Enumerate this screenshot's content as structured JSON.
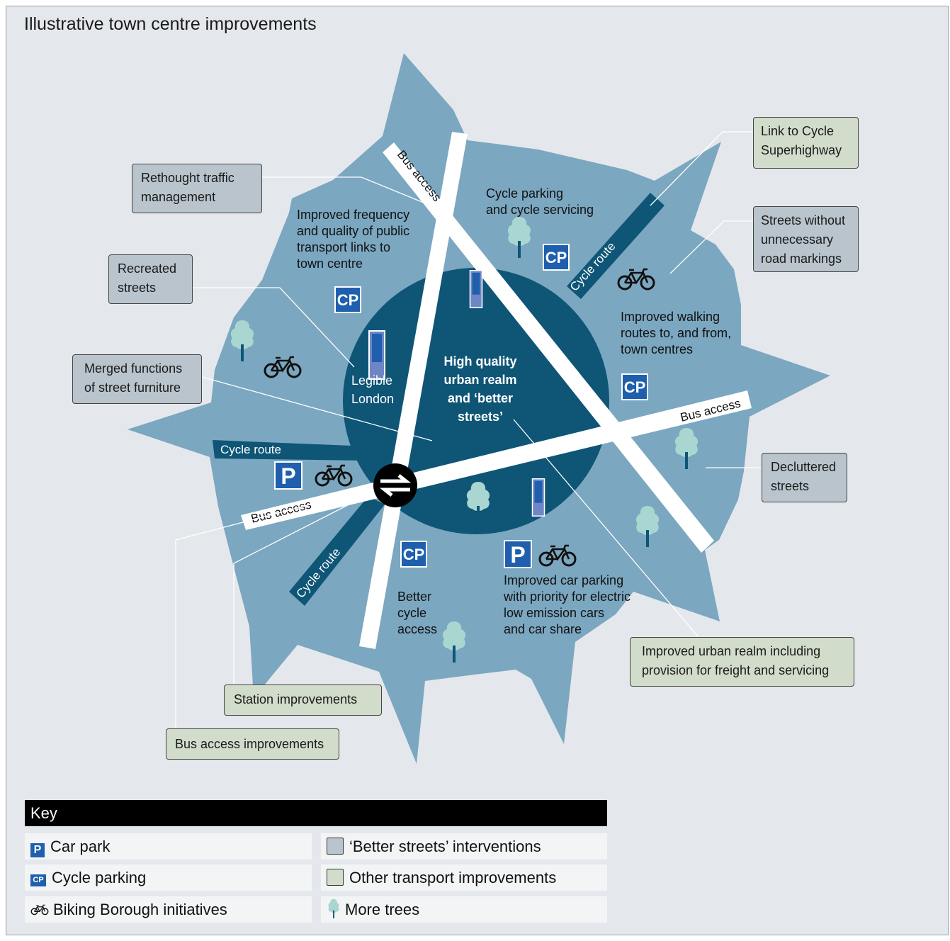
{
  "title": "Illustrative town centre improvements",
  "colors": {
    "outer": "#7ba7c0",
    "inner": "#0e5576",
    "better_streets_box": "#b9c4cc",
    "other_transport_box": "#d2dccb",
    "sign_blue": "#1f5fae",
    "tree": "#a9d6d0"
  },
  "road_labels": {
    "bus_access_top": "Bus access",
    "bus_access_right": "Bus access",
    "bus_access_left": "Bus access",
    "cycle_route_left": "Cycle route",
    "cycle_route_ne": "Cycle route",
    "cycle_route_sw": "Cycle route"
  },
  "area_labels": {
    "public_transport": [
      "Improved frequency",
      "and quality of public",
      "transport links to",
      "town centre"
    ],
    "cycle_parking_servicing": [
      "Cycle parking",
      "and cycle servicing"
    ],
    "walking_routes": [
      "Improved walking",
      "routes to, and from,",
      "town centres"
    ],
    "car_parking": [
      "Improved car parking",
      "with priority for electric",
      "low emission cars",
      "and car share"
    ],
    "better_cycle_access": [
      "Better",
      "cycle",
      "access"
    ],
    "legible_london": [
      "Legible",
      "London"
    ],
    "centre": [
      "High quality",
      "urban realm",
      "and ‘better",
      "streets’"
    ]
  },
  "signs": {
    "cycle_parking": "CP",
    "car_park": "P"
  },
  "callouts": {
    "rethought_traffic": [
      "Rethought traffic",
      "management"
    ],
    "recreated_streets": [
      "Recreated",
      "streets"
    ],
    "merged_functions": [
      "Merged functions",
      "of street furniture"
    ],
    "link_cycle": [
      "Link to Cycle",
      "Superhighway"
    ],
    "streets_without_markings": [
      "Streets without",
      "unnecessary",
      "road markings"
    ],
    "decluttered": [
      "Decluttered",
      "streets"
    ],
    "urban_realm": [
      "Improved urban realm including",
      "provision for freight and servicing"
    ],
    "station": [
      "Station improvements"
    ],
    "bus_access_improvements": [
      "Bus access improvements"
    ]
  },
  "key": {
    "heading": "Key",
    "car_park_icon": "P",
    "car_park": "Car park",
    "cycle_parking_icon": "CP",
    "cycle_parking": "Cycle parking",
    "biking_borough_icon": "🚲",
    "biking_borough": "Biking Borough initiatives",
    "better_streets": "‘Better streets’ interventions",
    "other_transport": "Other transport improvements",
    "trees": "More trees"
  }
}
